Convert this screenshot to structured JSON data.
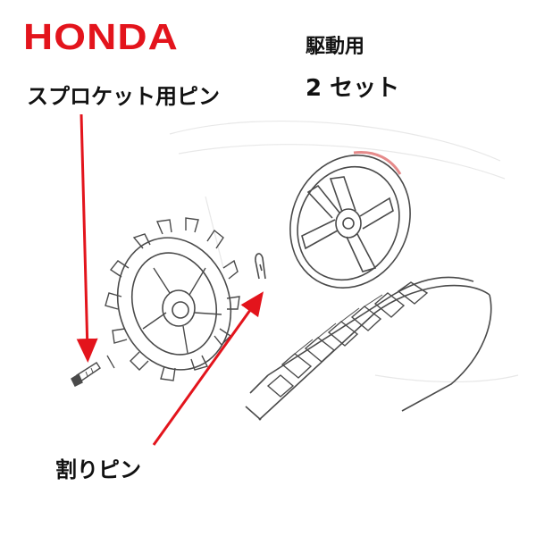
{
  "brand": {
    "logo_text": "HONDA",
    "color": "#e3141c"
  },
  "purpose": "駆動用",
  "set_count": "2 セット",
  "parts": {
    "sprocket_pin": "スプロケット用ピン",
    "cotter_pin": "割りピン"
  },
  "arrow_color": "#e3141c",
  "line_color": "#4a4a4a"
}
